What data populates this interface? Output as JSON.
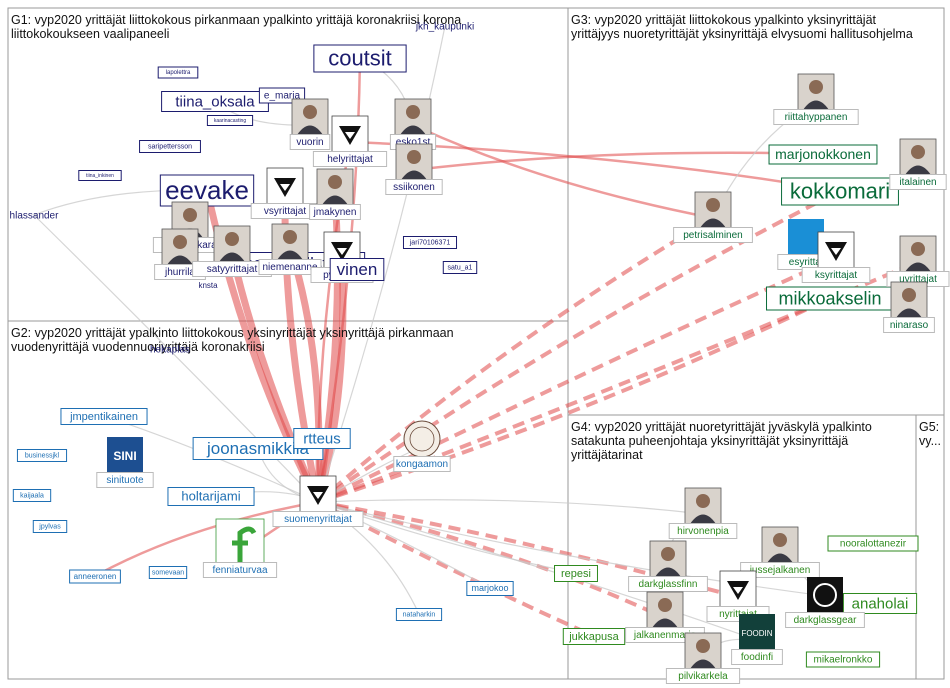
{
  "colors": {
    "g1": "#1c1c6e",
    "g2": "#1e6fb3",
    "g3": "#0a6b3a",
    "g4": "#2f8a1f",
    "g5": "#666666",
    "edge_red": "#e04848",
    "edge_grey": "#c8c8c8"
  },
  "groups": [
    {
      "id": "G1",
      "title_lines": [
        "G1: vyp2020 yrittäjät liittokokous pirkanmaan ypalkinto yrittäjä koronakriisi korona",
        "liittokokoukseen vaalipaneeli"
      ]
    },
    {
      "id": "G2",
      "title_lines": [
        "G2: vyp2020 yrittäjät ypalkinto liittokokous yksinyrittäjät yksinyrittäjä pirkanmaan",
        "vuodenyrittäjä vuodennuoriyrittäjä koronakriisi"
      ]
    },
    {
      "id": "G3",
      "title_lines": [
        "G3: vyp2020 yrittäjät liittokokous ypalkinto yksinyrittäjät",
        "yrittäjyys nuoretyrittäjät yksinyrittäjä elvysuomi hallitusohjelma"
      ]
    },
    {
      "id": "G4",
      "title_lines": [
        "G4: vyp2020 yrittäjät nuoretyrittäjät jyväskylä ypalkinto",
        "satakunta puheenjohtaja yksinyrittäjät yksinyrittäjä",
        "yrittäjätarinat"
      ]
    },
    {
      "id": "G5",
      "title_lines": [
        "G5:",
        "vy..."
      ]
    }
  ],
  "nodes": [
    {
      "id": "coutsit",
      "label": "coutsit",
      "group": "g1"
    },
    {
      "id": "tiina_oksala",
      "label": "tiina_oksala",
      "group": "g1"
    },
    {
      "id": "eevake",
      "label": "eevake",
      "group": "g1"
    },
    {
      "id": "harri_hellsten",
      "label": "harri_hellsten",
      "group": "g1"
    },
    {
      "id": "e_maria",
      "label": "e_maria",
      "group": "g1"
    },
    {
      "id": "vuorin",
      "label": "vuorin",
      "group": "g1"
    },
    {
      "id": "esko1st",
      "label": "esko1st",
      "group": "g1"
    },
    {
      "id": "helyrittajat",
      "label": "helyrittajat",
      "group": "g1"
    },
    {
      "id": "ssiikonen",
      "label": "ssiikonen",
      "group": "g1"
    },
    {
      "id": "vsyrittajat",
      "label": "vsyrittajat",
      "group": "g1"
    },
    {
      "id": "jmakynen",
      "label": "jmakynen",
      "group": "g1"
    },
    {
      "id": "jyrkihakkara",
      "label": "jyrkihakkara",
      "group": "g1"
    },
    {
      "id": "jhurrila",
      "label": "jhurrila",
      "group": "g1"
    },
    {
      "id": "satyyrittajat",
      "label": "satyyrittajat",
      "group": "g1"
    },
    {
      "id": "niemenanne",
      "label": "niemenanne",
      "group": "g1"
    },
    {
      "id": "pyrittajat",
      "label": "pyrittajat",
      "group": "g1"
    },
    {
      "id": "vinen",
      "label": "vinen",
      "group": "g1"
    },
    {
      "id": "hlassander",
      "label": "hlassander",
      "group": "g1"
    },
    {
      "id": "jkh_kaupunki",
      "label": "jkh_kaupunki",
      "group": "g1"
    },
    {
      "id": "hekaplas",
      "label": "hekaplas",
      "group": "g1"
    },
    {
      "id": "knsta",
      "label": "knsta",
      "group": "g1"
    },
    {
      "id": "saripettersson",
      "label": "saripettersson",
      "group": "g1"
    },
    {
      "id": "lapolettra",
      "label": "lapolettra",
      "group": "g1"
    },
    {
      "id": "jari70106371",
      "label": "jari70106371",
      "group": "g1"
    },
    {
      "id": "satu_a1",
      "label": "satu_a1",
      "group": "g1"
    },
    {
      "id": "tiina_inkinen",
      "label": "tiina_inkinen",
      "group": "g1"
    },
    {
      "id": "kaarinacasting",
      "label": "kaarinacasting",
      "group": "g1"
    },
    {
      "id": "joonasmikkila",
      "label": "joonasmikkila",
      "group": "g2"
    },
    {
      "id": "jmpentikainen",
      "label": "jmpentikainen",
      "group": "g2"
    },
    {
      "id": "holtarijami",
      "label": "holtarijami",
      "group": "g2"
    },
    {
      "id": "sinituote",
      "label": "sinituote",
      "group": "g2"
    },
    {
      "id": "suomenyrittajat",
      "label": "suomenyrittajat",
      "group": "g2"
    },
    {
      "id": "kongaamon",
      "label": "kongaamon",
      "group": "g2"
    },
    {
      "id": "fenniaturvaa",
      "label": "fenniaturvaa",
      "group": "g2"
    },
    {
      "id": "rtteus",
      "label": "rtteus",
      "group": "g2"
    },
    {
      "id": "businessjkl",
      "label": "businessjkl",
      "group": "g2"
    },
    {
      "id": "kaijaala",
      "label": "kaijaala",
      "group": "g2"
    },
    {
      "id": "jpylvas",
      "label": "jpylvas",
      "group": "g2"
    },
    {
      "id": "anneeronen",
      "label": "anneeronen",
      "group": "g2"
    },
    {
      "id": "somevaan",
      "label": "somevaan",
      "group": "g2"
    },
    {
      "id": "marjokoo",
      "label": "marjokoo",
      "group": "g2"
    },
    {
      "id": "nataharkin",
      "label": "nataharkin",
      "group": "g2"
    },
    {
      "id": "kokkomari",
      "label": "kokkomari",
      "group": "g3"
    },
    {
      "id": "marjonokkonen",
      "label": "marjonokkonen",
      "group": "g3"
    },
    {
      "id": "mikkoakselin",
      "label": "mikkoakselin",
      "group": "g3"
    },
    {
      "id": "riittahyppanen",
      "label": "riittahyppanen",
      "group": "g3"
    },
    {
      "id": "petrisalminen",
      "label": "petrisalminen",
      "group": "g3"
    },
    {
      "id": "esyrittajat",
      "label": "esyrittaj",
      "group": "g3"
    },
    {
      "id": "ksyrittajat",
      "label": "ksyrittajat",
      "group": "g3"
    },
    {
      "id": "italainen",
      "label": "italainen",
      "group": "g3"
    },
    {
      "id": "uyrittajat",
      "label": "uyrittajat",
      "group": "g3"
    },
    {
      "id": "ninaraso",
      "label": "ninaraso",
      "group": "g3"
    },
    {
      "id": "anaholai",
      "label": "anaholai",
      "group": "g4"
    },
    {
      "id": "hirvonenpia",
      "label": "hirvonenpia",
      "group": "g4"
    },
    {
      "id": "darkglassfinn",
      "label": "darkglassfinn",
      "group": "g4"
    },
    {
      "id": "jussejalkanen",
      "label": "jussejalkanen",
      "group": "g4"
    },
    {
      "id": "nooralottanezir",
      "label": "nooralottanezir",
      "group": "g4"
    },
    {
      "id": "repesi",
      "label": "repesi",
      "group": "g4"
    },
    {
      "id": "nyrittajat",
      "label": "nyrittajat",
      "group": "g4"
    },
    {
      "id": "darkglassgear",
      "label": "darkglassgear",
      "group": "g4"
    },
    {
      "id": "jukkapusa",
      "label": "jukkapusa",
      "group": "g4"
    },
    {
      "id": "jalkanenmaria",
      "label": "jalkanenmaria",
      "group": "g4"
    },
    {
      "id": "foodinfi",
      "label": "foodinfi",
      "group": "g4"
    },
    {
      "id": "mikaelronkko",
      "label": "mikaelronkko",
      "group": "g4"
    },
    {
      "id": "pilvikarkela",
      "label": "pilvikarkela",
      "group": "g4"
    }
  ],
  "edges": [
    {
      "from": "eevake",
      "to": "suomenyrittajat",
      "style": "red-heavy"
    },
    {
      "from": "harri_hellsten",
      "to": "suomenyrittajat",
      "style": "red-heavy"
    },
    {
      "from": "vsyrittajat",
      "to": "suomenyrittajat",
      "style": "red-heavy"
    },
    {
      "from": "pyrittajat",
      "to": "suomenyrittajat",
      "style": "red-heavy"
    },
    {
      "from": "satyyrittajat",
      "to": "suomenyrittajat",
      "style": "red-heavy"
    },
    {
      "from": "jmakynen",
      "to": "suomenyrittajat",
      "style": "red-heavy"
    },
    {
      "from": "helyrittajat",
      "to": "suomenyrittajat",
      "style": "red"
    },
    {
      "from": "coutsit",
      "to": "suomenyrittajat",
      "style": "red"
    },
    {
      "from": "suomenyrittajat",
      "to": "kokkomari",
      "style": "red-dash"
    },
    {
      "from": "suomenyrittajat",
      "to": "mikkoakselin",
      "style": "red-dash"
    },
    {
      "from": "suomenyrittajat",
      "to": "petrisalminen",
      "style": "red-dash"
    },
    {
      "from": "suomenyrittajat",
      "to": "ksyrittajat",
      "style": "red-dash"
    },
    {
      "from": "suomenyrittajat",
      "to": "uyrittajat",
      "style": "red-dash"
    },
    {
      "from": "suomenyrittajat",
      "to": "jalkanenmaria",
      "style": "red-dash"
    },
    {
      "from": "suomenyrittajat",
      "to": "nyrittajat",
      "style": "red-dash"
    },
    {
      "from": "suomenyrittajat",
      "to": "jukkapusa",
      "style": "red-dash"
    },
    {
      "from": "anneeronen",
      "to": "suomenyrittajat",
      "style": "red"
    },
    {
      "from": "fenniaturvaa",
      "to": "suomenyrittajat",
      "style": "red"
    },
    {
      "from": "esko1st",
      "to": "petrisalminen",
      "style": "red"
    },
    {
      "from": "helyrittajat",
      "to": "kokkomari",
      "style": "red"
    },
    {
      "from": "ssiikonen",
      "to": "marjonokkonen",
      "style": "red"
    },
    {
      "from": "hlassander",
      "to": "suomenyrittajat",
      "style": "grey"
    },
    {
      "from": "suomenyrittajat",
      "to": "marjokoo",
      "style": "grey"
    },
    {
      "from": "suomenyrittajat",
      "to": "hirvonenpia",
      "style": "grey"
    },
    {
      "from": "suomenyrittajat",
      "to": "anaholai",
      "style": "grey"
    },
    {
      "from": "suomenyrittajat",
      "to": "nataharkin",
      "style": "grey"
    },
    {
      "from": "suomenyrittajat",
      "to": "foodinfi",
      "style": "grey"
    },
    {
      "from": "suomenyrittajat",
      "to": "repesi",
      "style": "grey"
    },
    {
      "from": "jmpentikainen",
      "to": "suomenyrittajat",
      "style": "grey"
    },
    {
      "from": "holtarijami",
      "to": "suomenyrittajat",
      "style": "grey"
    },
    {
      "from": "joonasmikkila",
      "to": "suomenyrittajat",
      "style": "grey"
    },
    {
      "from": "kongaamon",
      "to": "suomenyrittajat",
      "style": "grey"
    },
    {
      "from": "riittahyppanen",
      "to": "petrisalminen",
      "style": "grey"
    },
    {
      "from": "italainen",
      "to": "kokkomari",
      "style": "grey"
    },
    {
      "from": "eevake",
      "to": "hlassander",
      "style": "grey"
    },
    {
      "from": "coutsit",
      "to": "esko1st",
      "style": "grey"
    },
    {
      "from": "tiina_oksala",
      "to": "vuorin",
      "style": "grey"
    },
    {
      "from": "jkh_kaupunki",
      "to": "suomenyrittajat",
      "style": "grey"
    },
    {
      "from": "hirvonenpia",
      "to": "darkglassfinn",
      "style": "grey"
    },
    {
      "from": "jussejalkanen",
      "to": "darkglassgear",
      "style": "grey"
    },
    {
      "from": "pilvikarkela",
      "to": "foodinfi",
      "style": "grey"
    },
    {
      "from": "ninaraso",
      "to": "uyrittajat",
      "style": "grey"
    }
  ]
}
